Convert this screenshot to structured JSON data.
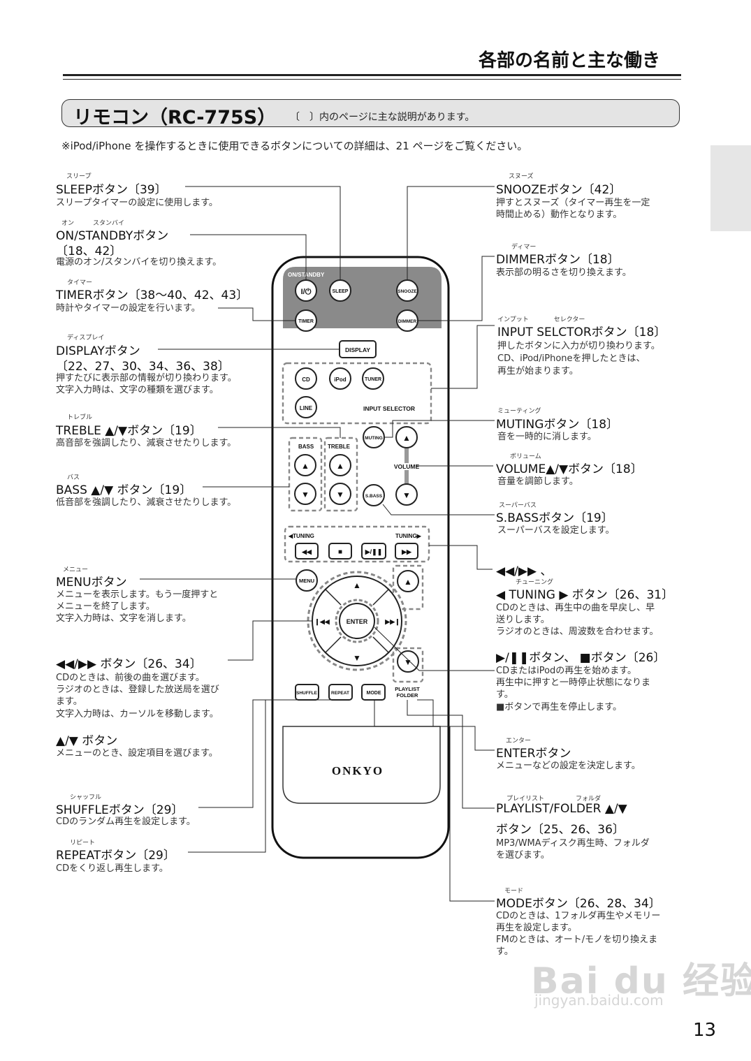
{
  "section_title": "各部の名前と主な働き",
  "title": {
    "main": "リモコン（RC-775S）",
    "note": "〔　〕内のページに主な説明があります。"
  },
  "intro": "※iPod/iPhone を操作するときに使用できるボタンについての詳細は、21 ページをご覧ください。",
  "left_items": [
    {
      "ruby": "スリープ",
      "head": "SLEEPボタン〔39〕",
      "desc": [
        "スリープタイマーの設定に使用します。"
      ]
    },
    {
      "ruby": "オン　　　スタンバイ",
      "head": "ON/STANDBYボタン",
      "head2": "〔18、42〕",
      "desc": [
        "電源のオン/スタンバイを切り換えます。"
      ]
    },
    {
      "ruby": "タイマー",
      "head": "TIMERボタン〔38〜40、42、43〕",
      "desc": [
        "時計やタイマーの設定を行います。"
      ]
    },
    {
      "ruby": "ディスプレイ",
      "head": "DISPLAYボタン",
      "head2": "〔22、27、30、34、36、38〕",
      "desc": [
        "押すたびに表示部の情報が切り換わります。",
        "文字入力時は、文字の種類を選びます。"
      ]
    },
    {
      "ruby": "トレブル",
      "head": "TREBLE ▲/▼ボタン〔19〕",
      "desc": [
        "高音部を強調したり、減衰させたりします。"
      ]
    },
    {
      "ruby": "バス",
      "head": "BASS ▲/▼ ボタン〔19〕",
      "desc": [
        "低音部を強調したり、減衰させたりします。"
      ]
    },
    {
      "ruby": "メニュー",
      "head": "MENUボタン",
      "desc": [
        "メニューを表示します。もう一度押すと",
        "メニューを終了します。",
        "文字入力時は、文字を消します。"
      ]
    },
    {
      "ruby": "",
      "head": "◀◀/▶▶ ボタン〔26、34〕",
      "desc": [
        "CDのときは、前後の曲を選びます。",
        "ラジオのときは、登録した放送局を選び",
        "ます。",
        "文字入力時は、カーソルを移動します。"
      ]
    },
    {
      "ruby": "",
      "head": "▲/▼ ボタン",
      "desc": [
        "メニューのとき、設定項目を選びます。"
      ]
    },
    {
      "ruby": "シャッフル",
      "head": "SHUFFLEボタン〔29〕",
      "desc": [
        "CDのランダム再生を設定します。"
      ]
    },
    {
      "ruby": "リピート",
      "head": "REPEATボタン〔29〕",
      "desc": [
        "CDをくり返し再生します。"
      ]
    }
  ],
  "right_items": [
    {
      "ruby": "スヌーズ",
      "head": "SNOOZEボタン〔42〕",
      "desc": [
        "押すとスヌーズ（タイマー再生を一定",
        "時間止める）動作となります。"
      ]
    },
    {
      "ruby": "ディマー",
      "head": "DIMMERボタン〔18〕",
      "desc": [
        "表示部の明るさを切り換えます。"
      ]
    },
    {
      "ruby": "インプット　　　　セレクター",
      "head": "INPUT SELCTORボタン〔18〕",
      "desc": [
        "押したボタンに入力が切り換わります。",
        "CD、iPod/iPhoneを押したときは、",
        "再生が始まります。"
      ]
    },
    {
      "ruby": "ミューティング",
      "head": "MUTINGボタン〔18〕",
      "desc": [
        "音を一時的に消します。"
      ]
    },
    {
      "ruby": "ボリューム",
      "head": "VOLUME▲/▼ボタン〔18〕",
      "desc": [
        "音量を調節します。"
      ]
    },
    {
      "ruby": "スーパーバス",
      "head": "S.BASSボタン〔19〕",
      "desc": [
        "スーパーバスを設定します。"
      ]
    },
    {
      "ruby": "チューニング",
      "head": "◀◀/▶▶ 、",
      "head2": "◀ TUNING ▶ ボタン〔26、31〕",
      "desc": [
        "CDのときは、再生中の曲を早戻し、早",
        "送りします。",
        "ラジオのときは、周波数を合わせます。"
      ]
    },
    {
      "ruby": "",
      "head": "▶/❚❚ボタン、 ■ボタン〔26〕",
      "desc": [
        "CDまたはiPodの再生を始めます。",
        "再生中に押すと一時停止状態になりま",
        "す。",
        "■ボタンで再生を停止します。"
      ]
    },
    {
      "ruby": "エンター",
      "head": "ENTERボタン",
      "desc": [
        "メニューなどの設定を決定します。"
      ]
    },
    {
      "ruby": "プレイリスト　　　　　フォルダ",
      "head": "PLAYLIST/FOLDER ▲/▼",
      "head2": "ボタン〔25、26、36〕",
      "desc": [
        "MP3/WMAディスク再生時、フォルダ",
        "を選びます。"
      ]
    },
    {
      "ruby": "モード",
      "head": "MODEボタン〔26、28、34〕",
      "desc": [
        "CDのときは、1フォルダ再生やメモリー",
        "再生を設定します。",
        "FMのときは、オート/モノを切り換えま",
        "す。"
      ]
    }
  ],
  "remote": {
    "on_standby_label": "ON/STANDBY",
    "power": "I/⏻",
    "sleep": "SLEEP",
    "snooze": "SNOOZE",
    "timer": "TIMER",
    "dimmer": "DIMMER",
    "display": "DISPLAY",
    "cd": "CD",
    "ipod": "iPod",
    "tuner": "TUNER",
    "line": "LINE",
    "input_selector": "INPUT SELECTOR",
    "bass": "BASS",
    "treble": "TREBLE",
    "muting": "MUTING",
    "volume": "VOLUME",
    "sbass": "S.BASS",
    "tuning_left": "◀TUNING",
    "tuning_right": "TUNING▶",
    "rew": "◀◀",
    "stop": "■",
    "play_pause": "▶/❚❚",
    "ff": "▶▶",
    "menu": "MENU",
    "enter": "ENTER",
    "prev": "❙◀◀",
    "next": "▶▶❙",
    "up": "▲",
    "down": "▼",
    "shuffle": "SHUFFLE",
    "repeat": "REPEAT",
    "mode": "MODE",
    "playlist": "PLAYLIST",
    "folder": "FOLDER",
    "brand": "ONKYO"
  },
  "watermark": {
    "main": "Bai du 经验",
    "url": "jingyan.baidu.com"
  },
  "page_number": "13"
}
